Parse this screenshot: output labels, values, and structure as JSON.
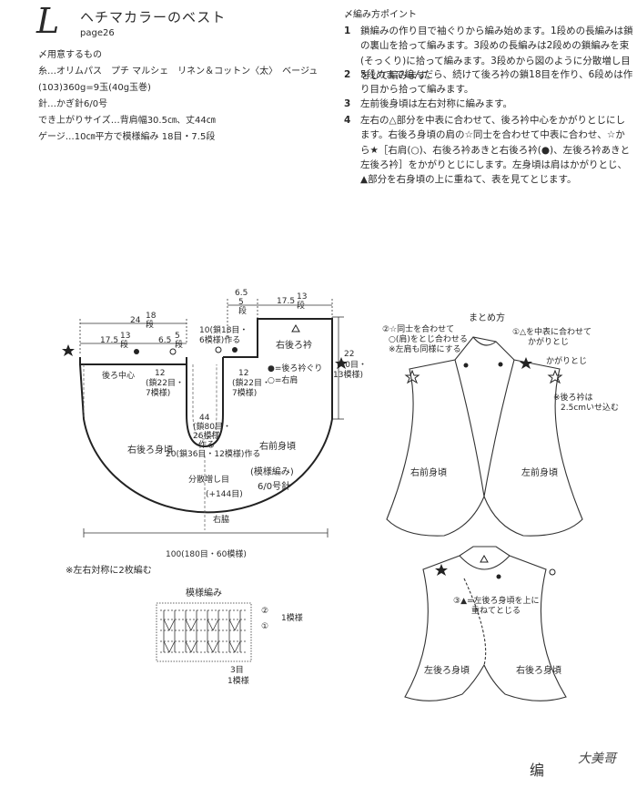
{
  "header": {
    "letter": "L",
    "title": "ヘチマカラーのベスト",
    "page_ref": "page26"
  },
  "materials": {
    "heading": "用意するもの",
    "yarn_line1": "糸…オリムパス　プチ マルシェ　リネン＆コットン〈太〉　ベージュ",
    "yarn_line2": "(103)360g=9玉(40g玉巻)",
    "hook": "針…かぎ針6/0号",
    "size": "でき上がりサイズ…背肩幅30.5㎝、丈44㎝",
    "gauge": "ゲージ…10㎝平方で模様編み 18目・7.5段"
  },
  "points": {
    "heading": "編み方ポイント",
    "steps": [
      {
        "num": "1",
        "text": "鎖編みの作り目で袖ぐりから編み始めます。1段めの長編みは鎖の裏山を拾って編みます。3段めの長編みは2段めの鎖編みを束(そっくり)に拾って編みます。3段めから図のように分散増し目をして編みます。"
      },
      {
        "num": "2",
        "text": "5段めまで編んだら、続けて後ろ衿の鎖18目を作り、6段めは作り目から拾って編みます。"
      },
      {
        "num": "3",
        "text": "左前後身頃は左右対称に編みます。"
      },
      {
        "num": "4",
        "text": "左右の△部分を中表に合わせて、後ろ衿中心をかがりとじにします。右後ろ身頃の肩の☆同士を合わせて中表に合わせ、☆から★［右肩(○)、右後ろ衿あきと右後ろ衿(●)、左後ろ衿あきと左後ろ衿］をかがりとじにします。左身頃は肩はかがりとじ、▲部分を右身頃の上に重ねて、表を見てとじます。"
      }
    ]
  },
  "diagram": {
    "dim_6_5_top": "6.5",
    "dim_5_dan": "5",
    "dim_dan": "段",
    "dim_17_5_top": "17.5",
    "dim_13_top": "13",
    "dim_24": "24",
    "dim_18": "18",
    "dim_17_5_left": "17.5",
    "dim_13_left": "13",
    "dim_6_5_mid": "6.5",
    "dim_5_mid": "5",
    "neck_chain": "10(鎖18目・",
    "neck_chain2": "6模様)作る",
    "label_right_back_collar": "右後ろ衿",
    "legend_back_neck": "●=後ろ衿ぐり",
    "legend_right_shoulder": "○=右肩",
    "dim_22": "22",
    "dim_22b": "(40目・",
    "dim_22c": "13模様)",
    "back_center": "後ろ中心",
    "dim_12_left": "12",
    "dim_12_left_b": "(鎖22目・",
    "dim_12_left_c": "7模様)",
    "dim_12_right": "12",
    "dim_12_right_b": "(鎖22目・",
    "dim_12_right_c": "7模様)",
    "dim_44": "44",
    "dim_44b": "(鎖80目・",
    "dim_44c": "26模様",
    "dim_44d": "作る",
    "dim_20": "20(鎖36目・12模様)作る",
    "label_right_back_body": "右後ろ身頃",
    "label_right_front_body": "右前身頃",
    "label_pattern": "(模様編み)",
    "label_hook": "6/0号針",
    "label_increase": "分散増し目",
    "label_increase_b": "(+144目)",
    "label_side": "右脇",
    "dim_100": "100(180目・60模様)",
    "note_symmetry": "※左右対称に2枚編む"
  },
  "stitch_chart": {
    "title": "模様編み",
    "row2": "②",
    "row1": "①",
    "repeat_rows": "1模様",
    "stitches": "3目",
    "repeat": "1模様"
  },
  "assembly": {
    "title": "まとめ方",
    "note1": "②☆同士を合わせて",
    "note1b": "○(肩)をとじ合わせる",
    "note1c": "※左肩も同様にする",
    "note2": "①△を中表に合わせて",
    "note2b": "かがりとじ",
    "kagari": "かがりとじ",
    "note_collar": "※後ろ衿は",
    "note_collar_b": "2.5cmいせ込む",
    "label_right_front": "右前身頃",
    "label_left_front": "左前身頃",
    "note3": "③▲=左後ろ身頃を上に",
    "note3b": "重ねてとじる",
    "label_left_back": "左後ろ身頃",
    "label_right_back": "右後ろ身頃"
  },
  "watermark": {
    "text": "编",
    "text2": "大美哥"
  }
}
